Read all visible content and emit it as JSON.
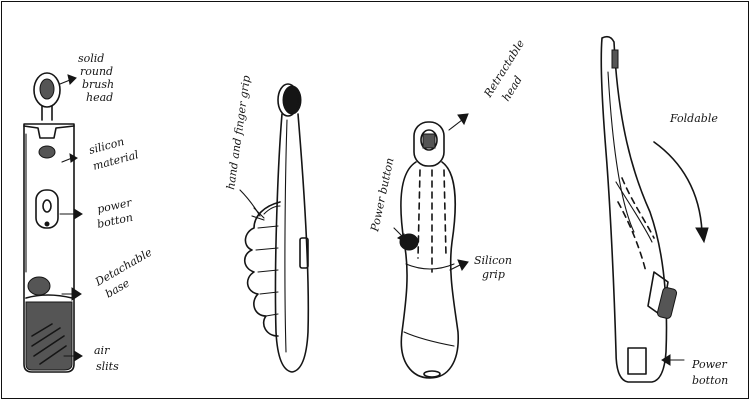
{
  "sketches": {
    "front_view": {
      "labels": {
        "head_l1": "solid",
        "head_l2": "round",
        "head_l3": "brush",
        "head_l4": "head",
        "silicon_l1": "silicon",
        "silicon_l2": "material",
        "power_l1": "power",
        "power_l2": "botton",
        "base_l1": "Detachable",
        "base_l2": "base",
        "air_l1": "air",
        "air_l2": "slits"
      }
    },
    "side_view": {
      "labels": {
        "grip": "hand and finger grip"
      }
    },
    "retractable_view": {
      "labels": {
        "power": "Power button",
        "head_l1": "Retractable",
        "head_l2": "head",
        "grip_l1": "Silicon",
        "grip_l2": "grip"
      }
    },
    "foldable_view": {
      "labels": {
        "foldable": "Foldable",
        "power_l1": "Power",
        "power_l2": "botton"
      }
    }
  }
}
